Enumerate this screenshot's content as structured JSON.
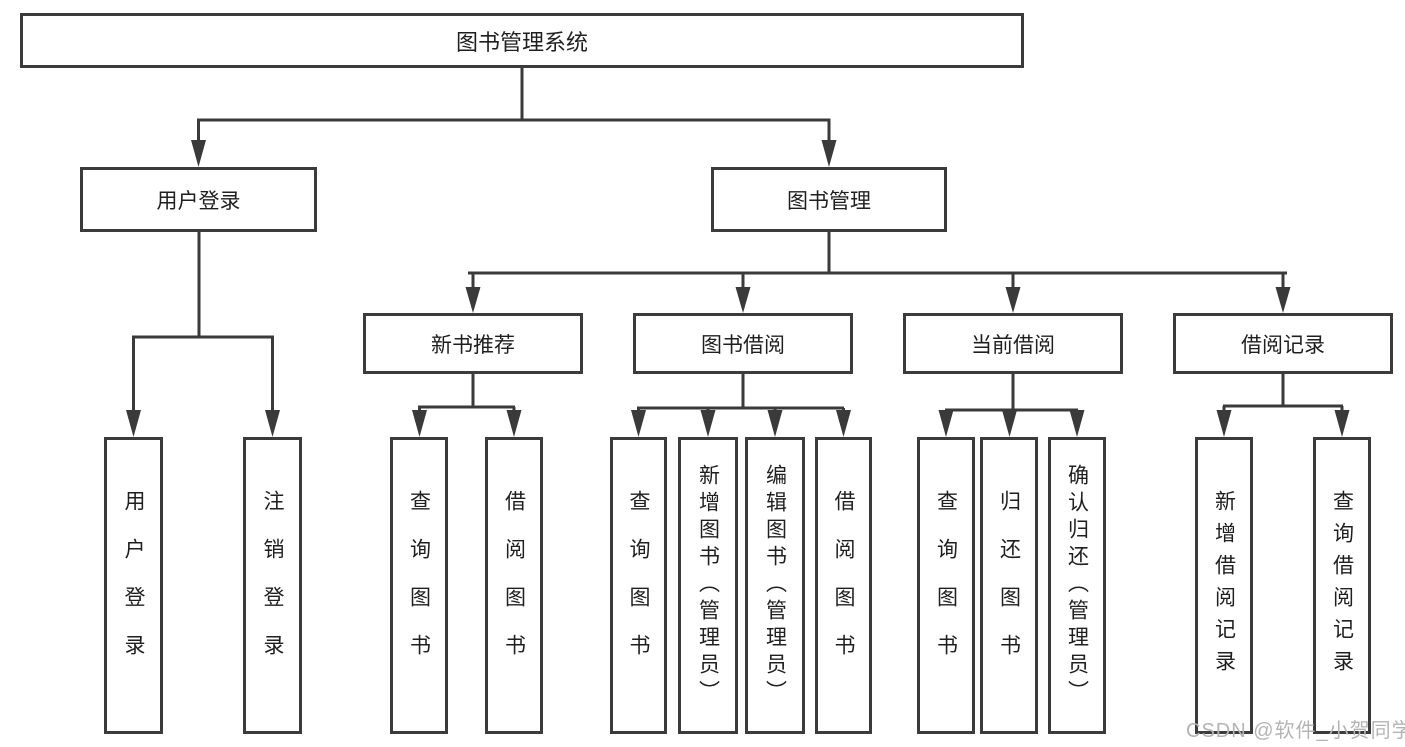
{
  "diagram": {
    "root": "图书管理系统",
    "level1": [
      "用户登录",
      "图书管理"
    ],
    "level2": [
      "新书推荐",
      "图书借阅",
      "当前借阅",
      "借阅记录"
    ],
    "leaves": {
      "user": [
        "用户登录",
        "注销登录"
      ],
      "newbook": [
        "查询图书",
        "借阅图书"
      ],
      "borrow": [
        "查询图书",
        "新增图书（管理员）",
        "编辑图书（管理员）",
        "借阅图书"
      ],
      "current": [
        "查询图书",
        "归还图书",
        "确认归还（管理员）"
      ],
      "record": [
        "新增借阅记录",
        "查询借阅记录"
      ]
    }
  },
  "watermark": "CSDN @软件_小贺同学",
  "colors": {
    "line": "#3a3a3a",
    "border": "#3b3b3b",
    "text": "#1f1f1f",
    "watermark": "#b4b4b4",
    "background": "#ffffff"
  }
}
